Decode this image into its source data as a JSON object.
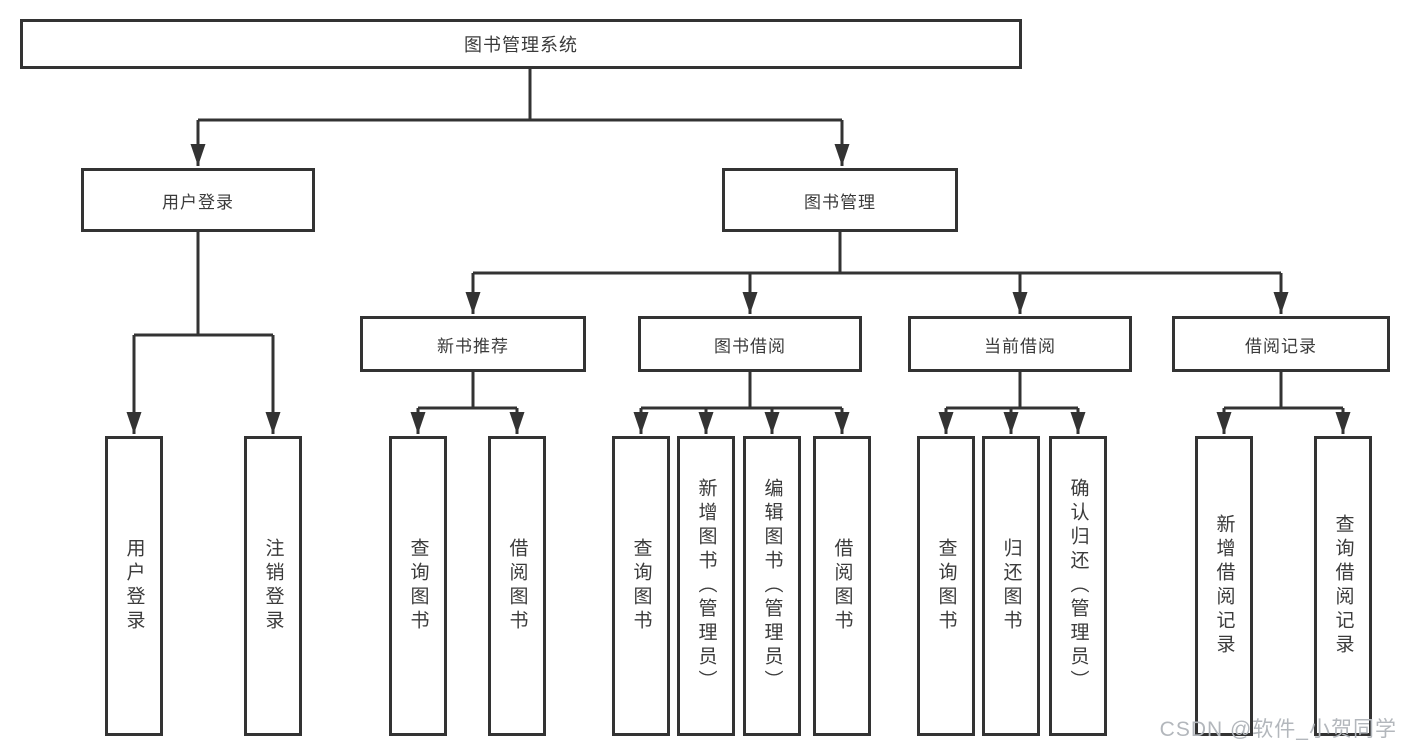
{
  "diagram": {
    "root": {
      "label": "图书管理系统"
    },
    "level2": {
      "user_login": {
        "label": "用户登录"
      },
      "book_mgmt": {
        "label": "图书管理"
      }
    },
    "level3": {
      "new_books": {
        "label": "新书推荐"
      },
      "book_borrow": {
        "label": "图书借阅"
      },
      "current_borrow": {
        "label": "当前借阅"
      },
      "borrow_records": {
        "label": "借阅记录"
      }
    },
    "leaves": {
      "user_login_leaf": {
        "label": "用户登录"
      },
      "logout": {
        "label": "注销登录"
      },
      "nb_query_books": {
        "label": "查询图书"
      },
      "nb_borrow_books": {
        "label": "借阅图书"
      },
      "bw_query_books": {
        "label": "查询图书"
      },
      "bw_add_books": {
        "label": "新增图书（管理员）"
      },
      "bw_edit_books": {
        "label": "编辑图书（管理员）"
      },
      "bw_borrow_books": {
        "label": "借阅图书"
      },
      "cur_query_books": {
        "label": "查询图书"
      },
      "cur_return_books": {
        "label": "归还图书"
      },
      "cur_confirm_return": {
        "label": "确认归还（管理员）"
      },
      "rec_add_record": {
        "label": "新增借阅记录"
      },
      "rec_query_record": {
        "label": "查询借阅记录"
      }
    }
  },
  "watermark": {
    "text": "CSDN @软件_小贺同学"
  },
  "colors": {
    "line": "#333333",
    "box_background": "#ffffff",
    "text": "#3b3b3b",
    "watermark": "#b3b7bc"
  }
}
